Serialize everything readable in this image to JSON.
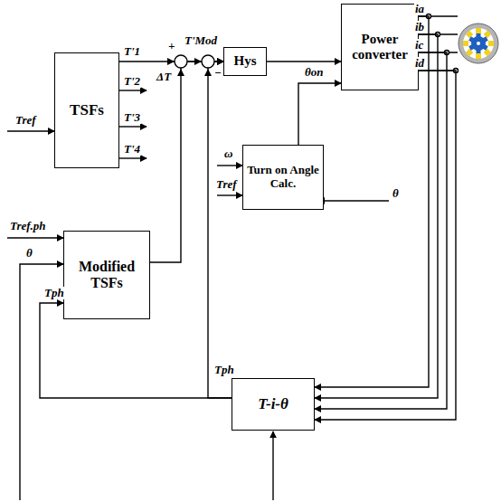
{
  "diagram": {
    "nodes": [
      {
        "text": [
          "TSFs"
        ]
      },
      {
        "text": [
          "Hys"
        ]
      },
      {
        "text": [
          "Power converter"
        ]
      },
      {
        "text": [
          "Turn on Angle Calc."
        ]
      },
      {
        "text": [
          "Modified TSFs"
        ]
      },
      {
        "text": [
          "T-i-θ"
        ]
      }
    ],
    "edges": [
      {
        "from": 0,
        "to": 1,
        "arrow": "to"
      },
      {
        "from": 4,
        "to": 1,
        "arrow": "to"
      },
      {
        "from": 5,
        "to": 1,
        "arrow": "to"
      },
      {
        "from": 1,
        "to": 2,
        "arrow": "to"
      },
      {
        "from": 3,
        "to": 2,
        "arrow": "to"
      },
      {
        "from": 5,
        "to": 4,
        "arrow": "to"
      },
      {
        "from": 2,
        "to": 5,
        "arrow": "to"
      },
      {
        "from": 2,
        "to": 5,
        "arrow": "to"
      },
      {
        "from": 2,
        "to": 5,
        "arrow": "to"
      },
      {
        "from": 2,
        "to": 5,
        "arrow": "to"
      }
    ],
    "labels": [
      "Tref",
      "T'1",
      "T'2",
      "T'3",
      "T'4",
      "+",
      "ΔT",
      "T'Mod",
      "−",
      "θon",
      "ω",
      "Tref",
      "θ",
      "ia",
      "ib",
      "ic",
      "id",
      "Tref.ph",
      "θ",
      "Tph",
      "Tph"
    ]
  }
}
